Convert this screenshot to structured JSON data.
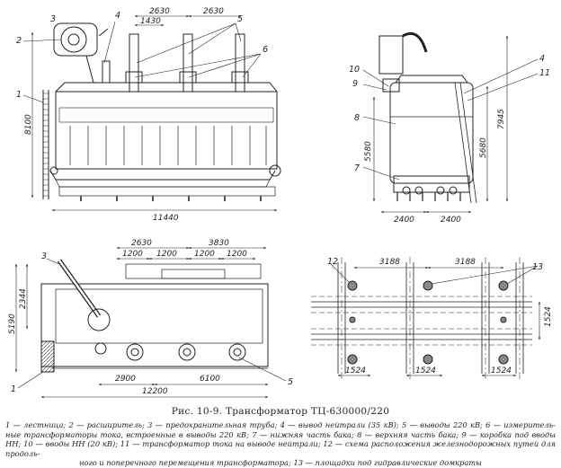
{
  "figure": {
    "caption": "Рис. 10-9. Трансформатор ТЦ-630000/220",
    "legend_line1": "1 — лестница; 2 — расширитель; 3 — предохранительная труба; 4 — вывод нейтрали (35 кВ); 5 — выводы 220 кВ; 6 — измеритель-",
    "legend_line2": "ные трансформаторы тока, встроенные в выводы 220 кВ; 7 — нижняя часть бака; 8 — верхняя часть бака; 9 — коробка под вводы НН;",
    "legend_line3": "10 — вводы НН (20 кВ); 11 — трансформатор тока на выводе нейтрали; 12 — схема расположения железнодорожных путей для продоль-",
    "legend_line4": "ного и поперечного перемещения трансформатора; 13 — площадки под гидравлические домкраты"
  },
  "front_view": {
    "dims": {
      "top_left": "2630",
      "top_right": "2630",
      "top_inner": "1430",
      "height": "8100",
      "width": "11440"
    },
    "callouts": {
      "c1": "1",
      "c2": "2",
      "c3": "3",
      "c4": "4",
      "c5": "5",
      "c6": "6"
    }
  },
  "side_view": {
    "dims": {
      "left_outer": "5580",
      "right_inner": "5680",
      "right_outer": "7945",
      "bottom_left": "2400",
      "bottom_right": "2400"
    },
    "callouts": {
      "c4": "4",
      "c8": "8",
      "c7": "7",
      "c9": "9",
      "c10": "10",
      "c11": "11"
    }
  },
  "plan_view": {
    "dims": {
      "top_a": "2630",
      "top_b": "3830",
      "t1": "1200",
      "t2": "1200",
      "t3": "1200",
      "t4": "1200",
      "left_inner": "2344",
      "left_outer": "5190",
      "bottom_a": "2900",
      "bottom_b": "6100",
      "bottom_total": "12200"
    },
    "callouts": {
      "c3": "3",
      "c1": "1",
      "c5": "5"
    }
  },
  "rail_plan": {
    "dims": {
      "top_a": "3188",
      "top_b": "3188",
      "right": "1524",
      "b1": "1524",
      "b2": "1524",
      "b3": "1524"
    },
    "callouts": {
      "c12": "12",
      "c13": "13"
    }
  }
}
